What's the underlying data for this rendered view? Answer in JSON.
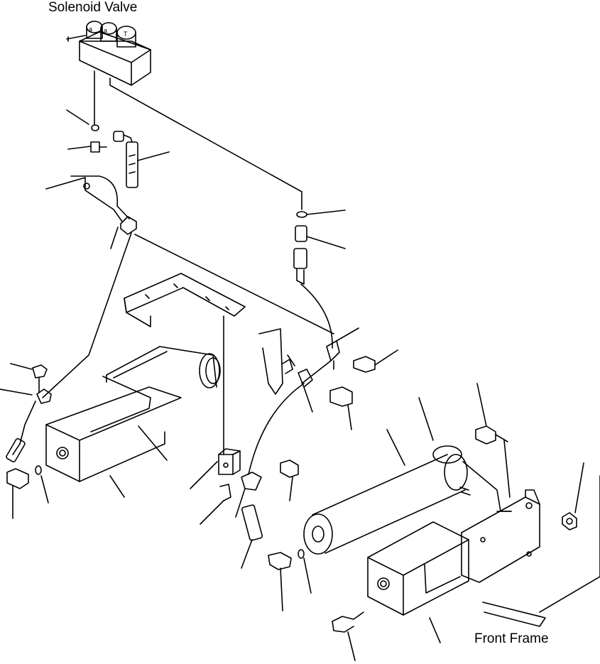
{
  "labels": {
    "solenoid_valve": "Solenoid Valve",
    "front_frame": "Front Frame"
  },
  "valve_marks": {
    "port_a": "a",
    "port_b": "a",
    "port_c": "T"
  },
  "colors": {
    "line": "#000000",
    "background": "#ffffff"
  }
}
